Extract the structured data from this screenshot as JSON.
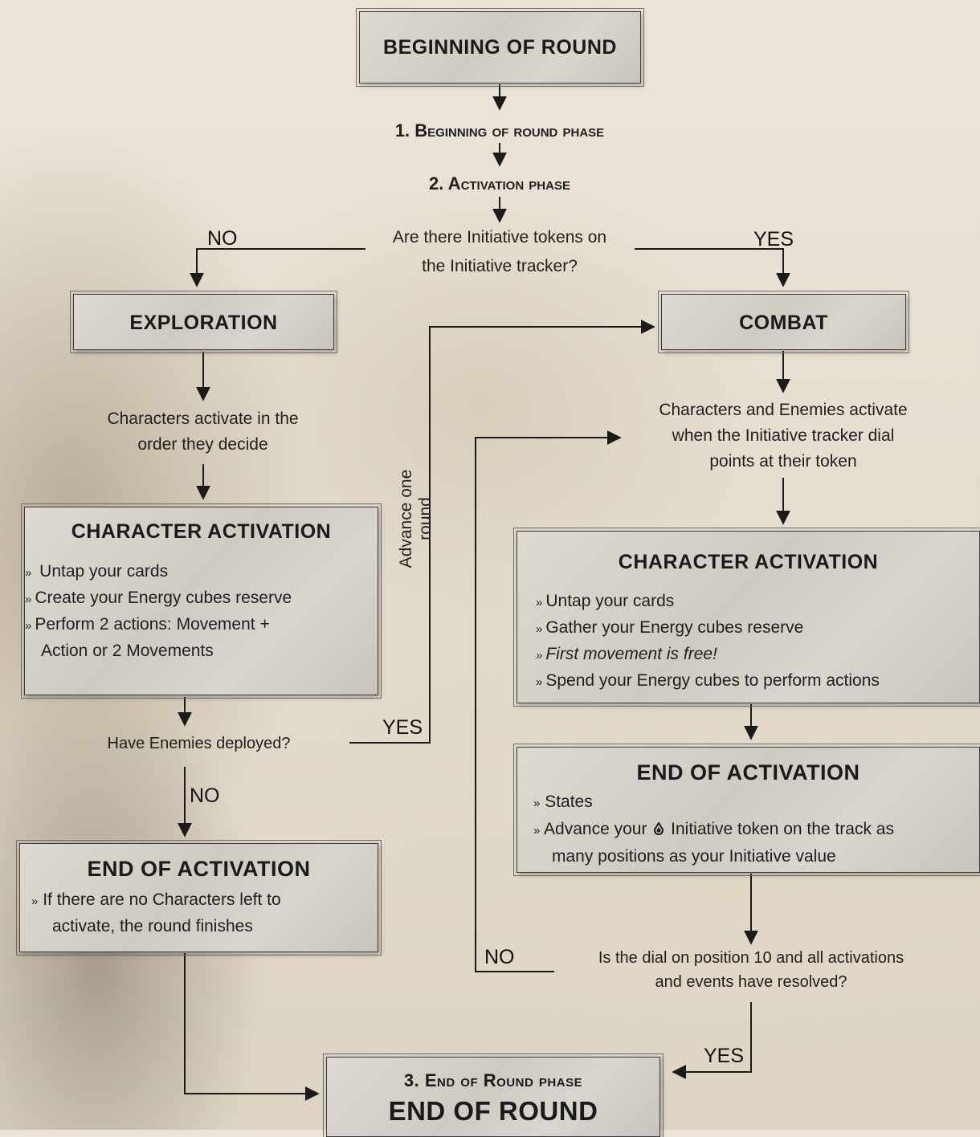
{
  "start": {
    "title": "BEGINNING OF ROUND"
  },
  "phases": {
    "phase1": "1. Beginning of round phase",
    "phase2": "2. Activation phase"
  },
  "question_initiative": {
    "line1": "Are there Initiative tokens on",
    "line2": "the Initiative tracker?",
    "no": "NO",
    "yes": "YES"
  },
  "exploration": {
    "title": "EXPLORATION",
    "desc_line1": "Characters activate in the",
    "desc_line2": "order they decide",
    "activation": {
      "title": "CHARACTER ACTIVATION",
      "marker": "»",
      "items": [
        {
          "text": " Untap your cards"
        },
        {
          "text": "Create your Energy cubes reserve"
        },
        {
          "text": "Perform 2 actions: Movement +",
          "cont": "Action or 2 Movements"
        }
      ]
    },
    "question": "Have Enemies deployed?",
    "yes": "YES",
    "no": "NO",
    "advance": "Advance one round",
    "end": {
      "title": "END OF ACTIVATION",
      "line1": "If there are no Characters left to",
      "line2": "activate, the round finishes"
    }
  },
  "combat": {
    "title": "COMBAT",
    "desc_line1": "Characters and Enemies activate",
    "desc_line2": "when the Initiative tracker dial",
    "desc_line3": "points at their token",
    "activation": {
      "title": "CHARACTER ACTIVATION",
      "marker": "»",
      "items": [
        {
          "text": "Untap your cards"
        },
        {
          "text": "Gather your Energy cubes reserve"
        },
        {
          "text": "First movement is free!"
        },
        {
          "text": "Spend your Energy cubes to perform actions"
        }
      ]
    },
    "end": {
      "title": "END OF ACTIVATION",
      "item1": "States",
      "item2_a": "Advance your",
      "item2_icon": "initiative-token-icon",
      "item2_b": "Initiative token on the track as",
      "item2_cont": "many positions as your Initiative value"
    },
    "question_line1": "Is the dial on position 10 and all activations",
    "question_line2": "and events have resolved?",
    "no": "NO",
    "yes": "YES"
  },
  "end_round": {
    "phase": "3. End of Round phase",
    "title": "END OF ROUND"
  }
}
